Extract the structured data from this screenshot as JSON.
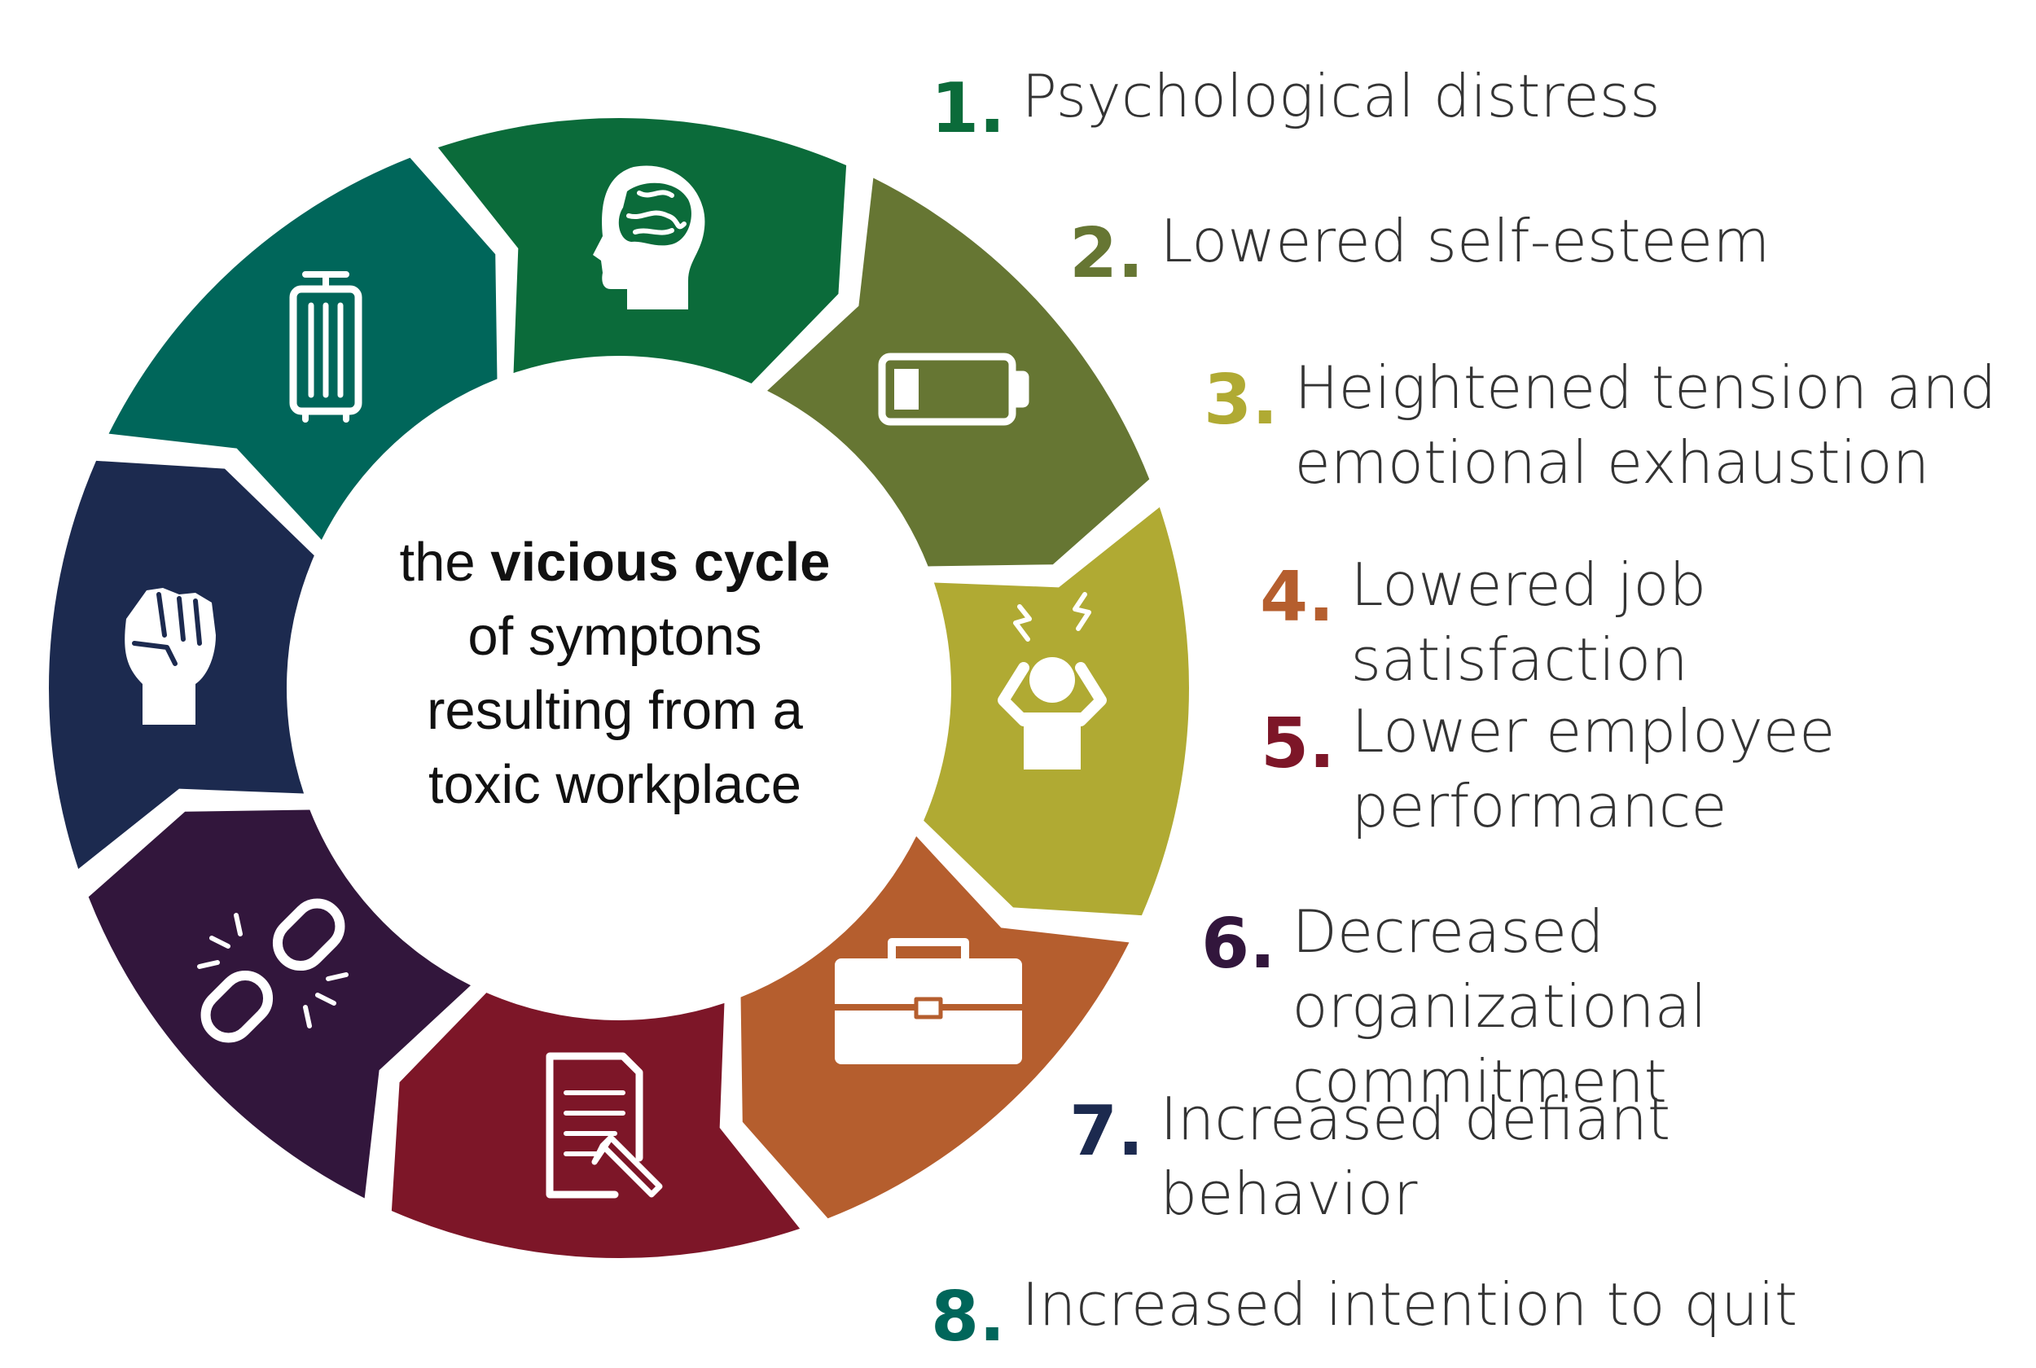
{
  "center": {
    "line1_pre": "the",
    "line1_bold": "vicious cycle",
    "line2": "of symptons",
    "line3": "resulting from a",
    "line4": "toxic workplace"
  },
  "items": [
    {
      "num": "1.",
      "label": "Psychological distress",
      "color": "#0b6b3a",
      "icon": "head-brain-icon"
    },
    {
      "num": "2.",
      "label": "Lowered self-esteem",
      "color": "#667633",
      "icon": "low-battery-icon"
    },
    {
      "num": "3.",
      "label": "Heightened tension and\nemotional exhaustion",
      "color": "#b0aa33",
      "icon": "stressed-person-icon"
    },
    {
      "num": "4.",
      "label": "Lowered job satisfaction",
      "color": "#b55e2e",
      "icon": "briefcase-icon"
    },
    {
      "num": "5.",
      "label": "Lower employee\nperformance",
      "color": "#7d1628",
      "icon": "document-pen-icon"
    },
    {
      "num": "6.",
      "label": "Decreased organizational\ncommitment",
      "color": "#32163c",
      "icon": "broken-chain-icon"
    },
    {
      "num": "7.",
      "label": "Increased defiant\nbehavior",
      "color": "#1c2a4f",
      "icon": "raised-fist-icon"
    },
    {
      "num": "8.",
      "label": "Increased intention to quit",
      "color": "#00665a",
      "icon": "suitcase-icon"
    }
  ]
}
